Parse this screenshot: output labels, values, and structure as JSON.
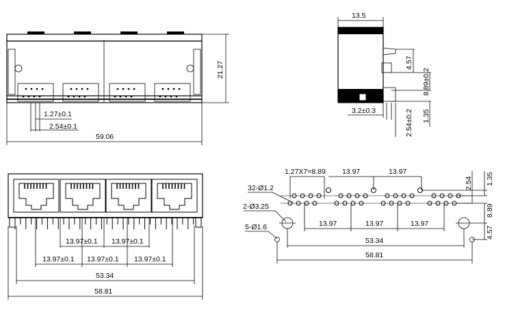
{
  "front_view": {
    "height_label": "21.27",
    "pitch_label": "1.27±0.1",
    "pin_spacing_label": "2.54±0.1",
    "width_label": "59.06"
  },
  "side_view": {
    "depth_label": "13.5",
    "top_offset_label": "4.57",
    "row_spacing_label": "8.89±0.2",
    "bottom_label": "1.35",
    "pin_width_label": "3.2±0.3",
    "pin_pitch_label": "2.54±0.2"
  },
  "bottom_view": {
    "center_upper_1": "13.97±0.1",
    "center_upper_2": "13.97±0.1",
    "center_lower_1": "13.97±0.1",
    "center_lower_2": "13.97±0.1",
    "center_lower_3": "13.97±0.1",
    "total_centers": "53.34",
    "overall_width": "58.81"
  },
  "pcb_layout": {
    "pitch_label": "1.27X7=8.89",
    "top_spacing_1": "13.97",
    "top_spacing_2": "13.97",
    "right_top_1": "2.54",
    "right_top_2": "1.35",
    "hole_small": "32-Ø1.2",
    "hole_large": "2-Ø3.25",
    "hole_mid": "5-Ø1.6",
    "mid_spacing_1": "13.97",
    "mid_spacing_2": "13.97",
    "mid_spacing_3": "13.97",
    "right_row_spacing": "8.89",
    "right_bottom": "4.57",
    "total_centers": "53.34",
    "overall_width": "58.81"
  }
}
